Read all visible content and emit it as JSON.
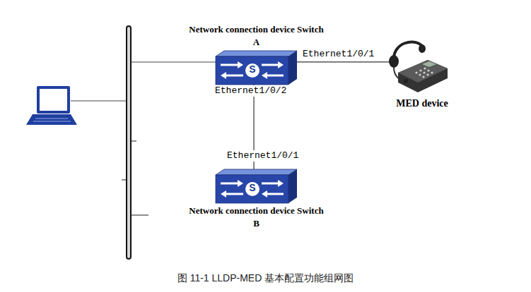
{
  "diagram": {
    "caption": "图 11-1 LLDP-MED 基本配置功能组网图",
    "nodes": [
      {
        "text": [
          "Network connection device Switch A",
          "S"
        ]
      },
      {
        "text": [
          "S",
          "Network connection device Switch B"
        ]
      },
      {
        "text": [
          "MED device"
        ]
      }
    ],
    "edges": [
      {
        "from": 0,
        "to": 1,
        "arrow": "none"
      },
      {
        "from": 0,
        "to": 2,
        "arrow": "none"
      }
    ],
    "labels": [
      "Ethernet1/0/1",
      "Ethernet1/0/2",
      "Ethernet1/0/1"
    ]
  }
}
